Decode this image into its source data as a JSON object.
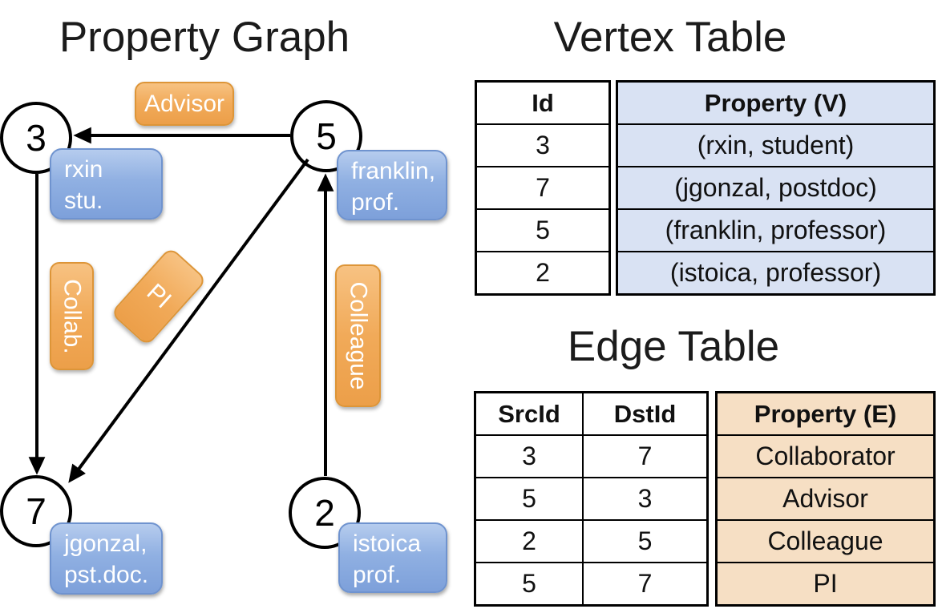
{
  "graph": {
    "title": "Property Graph",
    "nodes": [
      {
        "id": "3",
        "property_lines": [
          "rxin",
          "stu."
        ]
      },
      {
        "id": "5",
        "property_lines": [
          "franklin,",
          "prof."
        ]
      },
      {
        "id": "7",
        "property_lines": [
          "jgonzal,",
          "pst.doc."
        ]
      },
      {
        "id": "2",
        "property_lines": [
          "istoica",
          "prof."
        ]
      }
    ],
    "edges": [
      {
        "src": "5",
        "dst": "3",
        "label": "Advisor"
      },
      {
        "src": "3",
        "dst": "7",
        "label": "Collab."
      },
      {
        "src": "5",
        "dst": "7",
        "label": "PI"
      },
      {
        "src": "2",
        "dst": "5",
        "label": "Colleague"
      }
    ]
  },
  "vertex_table": {
    "title": "Vertex Table",
    "columns": [
      "Id",
      "Property (V)"
    ],
    "rows": [
      [
        "3",
        "(rxin, student)"
      ],
      [
        "7",
        "(jgonzal, postdoc)"
      ],
      [
        "5",
        "(franklin, professor)"
      ],
      [
        "2",
        "(istoica, professor)"
      ]
    ]
  },
  "edge_table": {
    "title": "Edge Table",
    "columns": [
      "SrcId",
      "DstId",
      "Property (E)"
    ],
    "rows": [
      [
        "3",
        "7",
        "Collaborator"
      ],
      [
        "5",
        "3",
        "Advisor"
      ],
      [
        "2",
        "5",
        "Colleague"
      ],
      [
        "5",
        "7",
        "PI"
      ]
    ]
  },
  "colors": {
    "edge_label_orange": "#F0A74F",
    "vertex_label_blue": "#8AABDF",
    "vertex_property_fill": "#D9E2F3",
    "edge_property_fill": "#F6DFC4",
    "line_black": "#000000"
  }
}
